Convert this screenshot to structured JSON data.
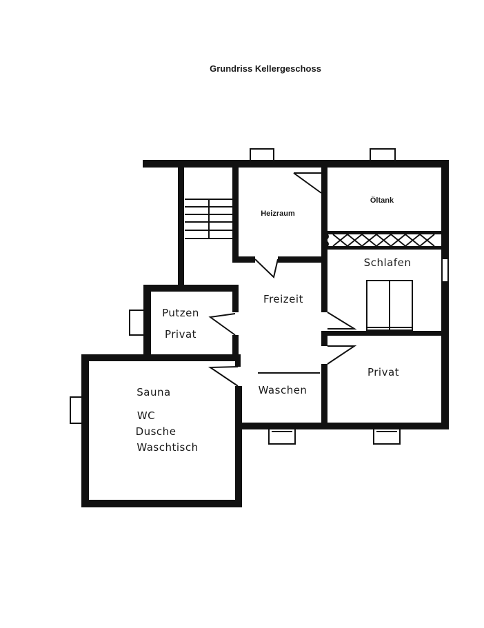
{
  "title": "Grundriss Kellergeschoss",
  "rooms": {
    "heizraum": "Heizraum",
    "oeltank": "Öltank",
    "schlafen": "Schlafen",
    "freizeit": "Freizeit",
    "putzen_line1": "Putzen",
    "putzen_line2": "Privat",
    "sauna_line1": "Sauna",
    "sauna_line2": "WC",
    "sauna_line3": "Dusche",
    "sauna_line4": "Waschtisch",
    "waschen": "Waschen",
    "privat": "Privat"
  },
  "colors": {
    "wall": "#111111",
    "paper": "#ffffff"
  }
}
